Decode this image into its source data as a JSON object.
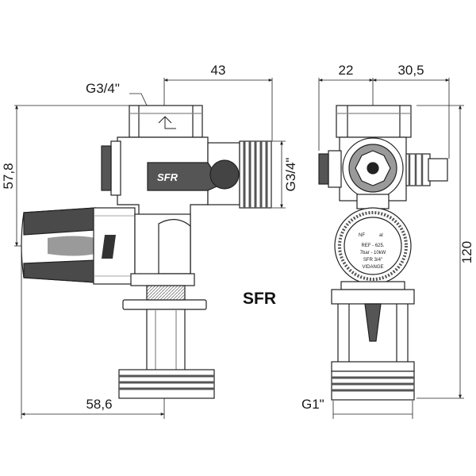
{
  "title": "SFR",
  "colors": {
    "line": "#222222",
    "body_fill": "#ffffff",
    "shade": "#9a9a9a",
    "knob_dark": "#4a4a4a",
    "thread_fill": "#6a6a6a"
  },
  "dimensions": {
    "top_width_left": "43",
    "top_width_right_a": "22",
    "top_width_right_b": "30,5",
    "left_height": "57,8",
    "right_height": "120",
    "bottom_width": "58,6"
  },
  "thread_labels": {
    "inlet_top": "G3/4\"",
    "outlet_side": "G3/4\"",
    "bottom": "G1\""
  },
  "brand_mark": "SFR",
  "dial_text": {
    "logo": "NF",
    "logo_suffix": "al",
    "line1": "REF - 625.",
    "line2": "7bar - 10kW",
    "line3": "SFR 3/4\"",
    "line4": "VIDANGE"
  }
}
